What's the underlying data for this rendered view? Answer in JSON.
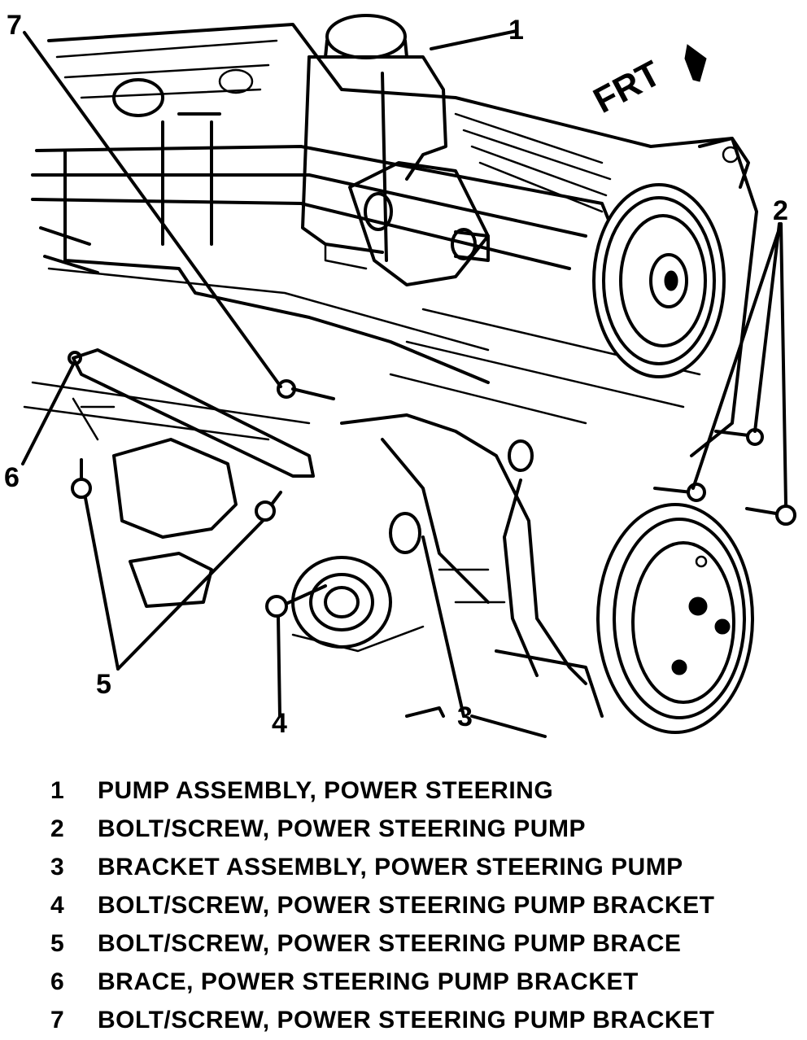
{
  "diagram": {
    "orientation_label": "FRT",
    "callouts": [
      "1",
      "2",
      "3",
      "4",
      "5",
      "6",
      "7"
    ]
  },
  "legend": [
    {
      "number": "1",
      "label": "PUMP ASSEMBLY, POWER STEERING"
    },
    {
      "number": "2",
      "label": "BOLT/SCREW, POWER STEERING PUMP"
    },
    {
      "number": "3",
      "label": "BRACKET ASSEMBLY, POWER STEERING PUMP"
    },
    {
      "number": "4",
      "label": "BOLT/SCREW, POWER STEERING PUMP BRACKET"
    },
    {
      "number": "5",
      "label": "BOLT/SCREW, POWER STEERING PUMP BRACE"
    },
    {
      "number": "6",
      "label": "BRACE, POWER STEERING PUMP BRACKET"
    },
    {
      "number": "7",
      "label": "BOLT/SCREW, POWER STEERING PUMP BRACKET"
    }
  ]
}
